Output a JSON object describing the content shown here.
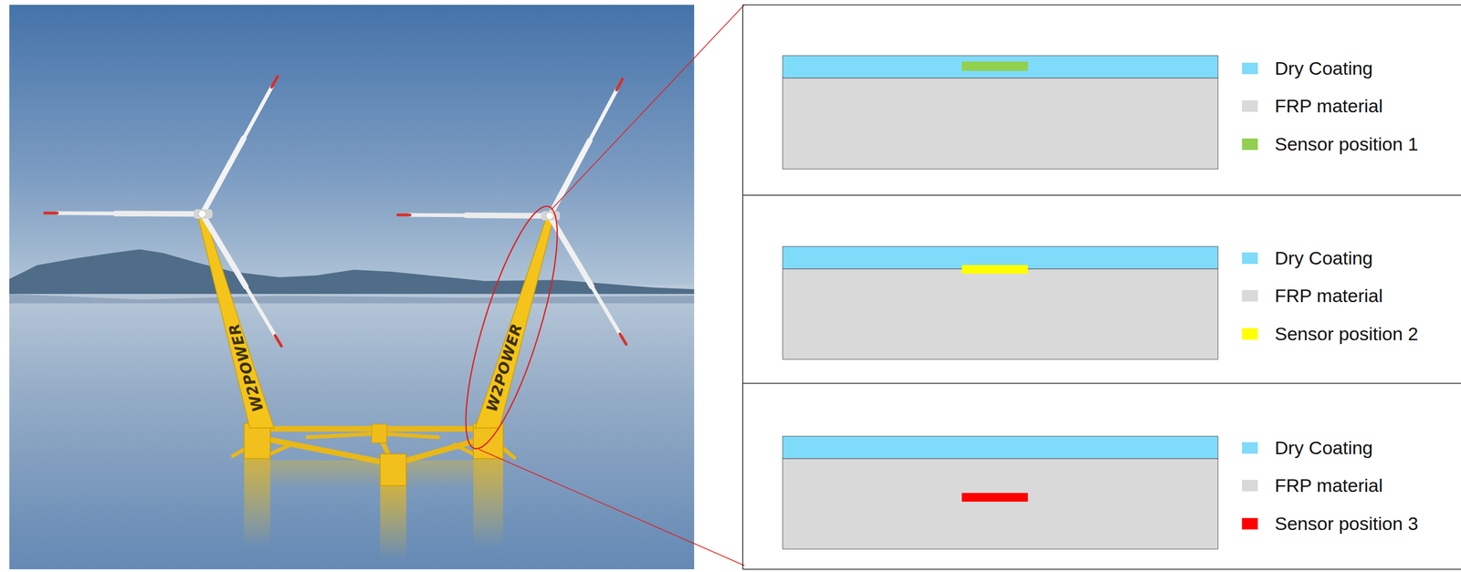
{
  "diagram": {
    "labels": [
      "W2POWER",
      "W2POWER"
    ],
    "legend": [
      {
        "text": "Dry Coating",
        "color": "#7fdbfa"
      },
      {
        "text": "FRP material",
        "color": "#d9d9d9"
      },
      {
        "text": "Sensor position 1",
        "color": "#92d050"
      },
      {
        "text": "Dry Coating",
        "color": "#7fdbfa"
      },
      {
        "text": "FRP material",
        "color": "#d9d9d9"
      },
      {
        "text": "Sensor position 2",
        "color": "#ffff00"
      },
      {
        "text": "Dry Coating",
        "color": "#7fdbfa"
      },
      {
        "text": "FRP material",
        "color": "#d9d9d9"
      },
      {
        "text": "Sensor position 3",
        "color": "#ff0000"
      }
    ]
  }
}
